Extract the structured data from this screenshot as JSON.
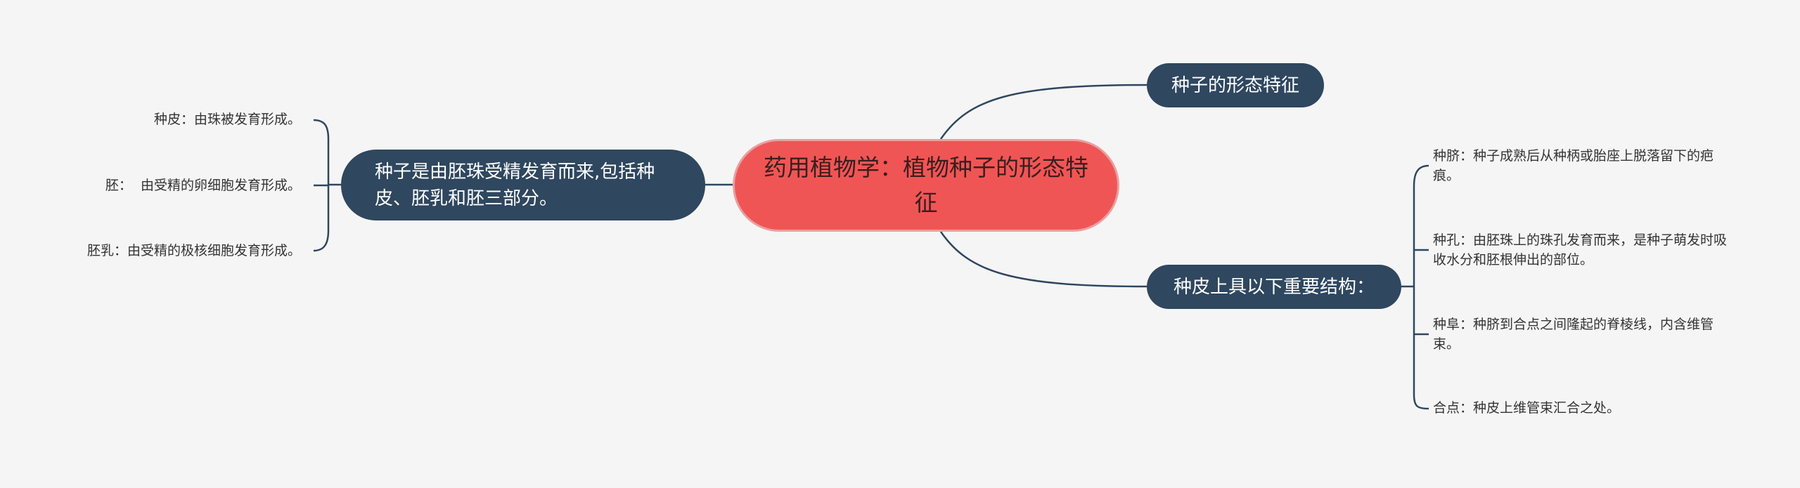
{
  "central": {
    "label": "药用植物学：植物种子的形态特征"
  },
  "branches": {
    "top": {
      "label": "种子的形态特征"
    },
    "left": {
      "label": "种子是由胚珠受精发育而来,包括种皮、胚乳和胚三部分。",
      "leaves": [
        "种皮：由珠被发育形成。",
        "胚：  由受精的卵细胞发育形成。",
        "胚乳：由受精的极核细胞发育形成。"
      ]
    },
    "right": {
      "label": "种皮上具以下重要结构：",
      "leaves": [
        "种脐：种子成熟后从种柄或胎座上脱落留下的疤痕。",
        "种孔：由胚珠上的珠孔发育而来，是种子萌发时吸收水分和胚根伸出的部位。",
        "种阜：种脐到合点之间隆起的脊棱线，内含维管束。",
        "合点：种皮上维管束汇合之处。"
      ]
    }
  },
  "colors": {
    "background": "#f5f5f5",
    "central_fill": "#f05555",
    "central_border": "#e8a0a0",
    "central_text": "#3a1e1e",
    "branch_fill": "#2f475f",
    "connector": "#2f475f",
    "leaf_text": "#333333"
  }
}
